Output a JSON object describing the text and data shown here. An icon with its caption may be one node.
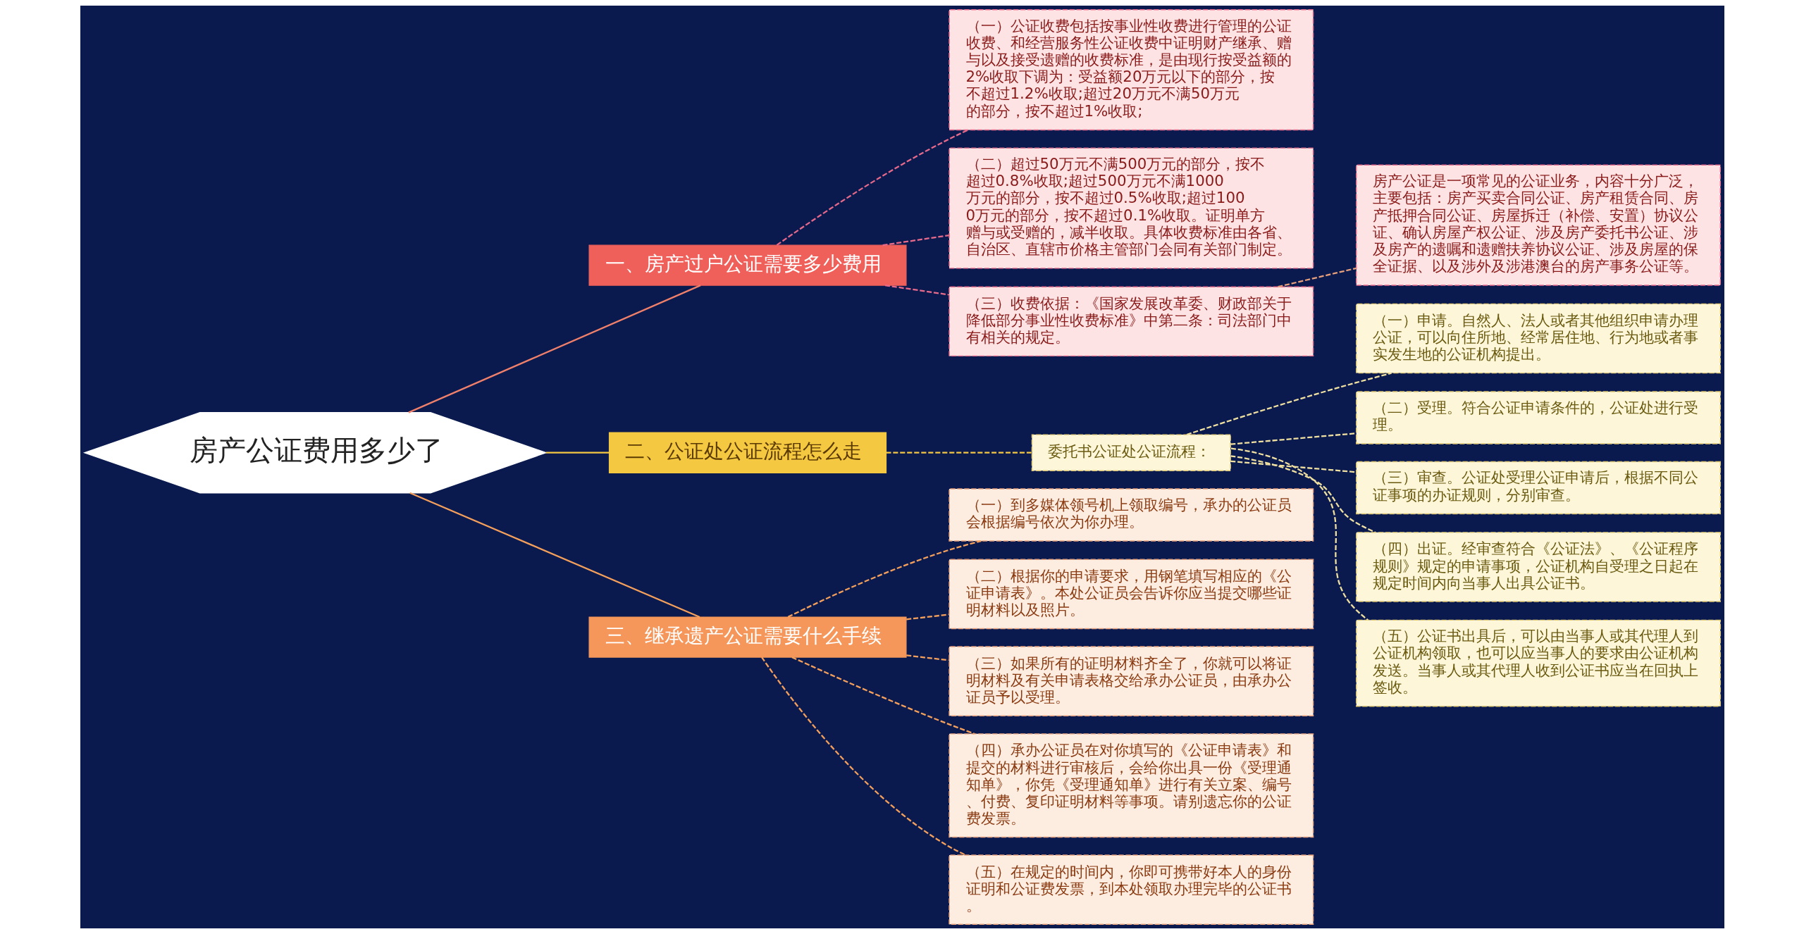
{
  "diagram": {
    "nodes": [
      {
        "text": [
          "房产公证费用多少了"
        ]
      },
      {
        "text": [
          "一、房产过户公证需要多少费用"
        ]
      },
      {
        "text": [
          "（一）公证收费包括按事业性收费进行管理的公证收费、和经营服务性公证收费中证明财产继承、赠与以及接受遗赠的收费标准，是由现行按受益额的2%收取下调为：受益额20万元以下的部分，按不超过1.2%收取;超过20万元不满50万元的部分，按不超过1%收取;"
        ]
      },
      {
        "text": [
          "（二）超过50万元不满500万元的部分，按不超过0.8%收取;超过500万元不满1000万元的部分，按不超过0.5%收取;超过1000万元的部分，按不超过0.1%收取。证明单方赠与或受赠的，减半收取。具体收费标准由各省、自治区、直辖市价格主管部门会同有关部门制定。"
        ]
      },
      {
        "text": [
          "（三）收费依据：《国家发展改革委、财政部关于降低部分事业性收费标准》中第二条：司法部门中有相关的规定。"
        ]
      },
      {
        "text": [
          "房产公证是一项常见的公证业务，内容十分广泛，主要包括：房产买卖合同公证、房产租赁合同、房产抵押合同公证、房屋拆迁（补偿、安置）协议公证、确认房屋产权公证、涉及房产委托书公证、涉及房产的遗嘱和遗赠扶养协议公证、涉及房屋的保全证据、以及涉外及涉港澳台的房产事务公证等。"
        ]
      },
      {
        "text": [
          "二、公证处公证流程怎么走"
        ]
      },
      {
        "text": [
          "委托书公证处公证流程："
        ]
      },
      {
        "text": [
          "（一）申请。自然人、法人或者其他组织申请办理公证，可以向住所地、经常居住地、行为地或者事实发生地的公证机构提出。"
        ]
      },
      {
        "text": [
          "（二）受理。符合公证申请条件的，公证处进行受理。"
        ]
      },
      {
        "text": [
          "（三）审查。公证处受理公证申请后，根据不同公证事项的办证规则，分别审查。"
        ]
      },
      {
        "text": [
          "（四）出证。经审查符合《公证法》、《公证程序规则》规定的申请事项，公证机构自受理之日起在规定时间内向当事人出具公证书。"
        ]
      },
      {
        "text": [
          "（五）公证书出具后，可以由当事人或其代理人到公证机构领取，也可以应当事人的要求由公证机构发送。当事人或其代理人收到公证书应当在回执上签收。"
        ]
      },
      {
        "text": [
          "三、继承遗产公证需要什么手续"
        ]
      },
      {
        "text": [
          "（一）到多媒体领号机上领取编号，承办的公证员会根据编号依次为你办理。"
        ]
      },
      {
        "text": [
          "（二）根据你的申请要求，用钢笔填写相应的《公证申请表》。本处公证员会告诉你应当提交哪些证明材料以及照片。"
        ]
      },
      {
        "text": [
          "（三）如果所有的证明材料齐全了，你就可以将证明材料及有关申请表格交给承办公证员，由承办公证员予以受理。"
        ]
      },
      {
        "text": [
          "（四）承办公证员在对你填写的《公证申请表》和提交的材料进行审核后，会给你出具一份《受理通知单》，你凭《受理通知单》进行有关立案、编号、付费、复印证明材料等事项。请别遗忘你的公证费发票。"
        ]
      },
      {
        "text": [
          "（五）在规定的时间内，你即可携带好本人的身份证明和公证费发票，到本处领取办理完毕的公证书。"
        ]
      }
    ],
    "edges": [
      {
        "from": 0,
        "to": 1,
        "arrow": "none",
        "color": "#f0806a"
      },
      {
        "from": 1,
        "to": 2,
        "arrow": "none",
        "style": "dashed",
        "color": "#e86a8a"
      },
      {
        "from": 1,
        "to": 3,
        "arrow": "none",
        "style": "dashed",
        "color": "#e86a8a"
      },
      {
        "from": 1,
        "to": 4,
        "arrow": "none",
        "style": "dashed",
        "color": "#e86a8a"
      },
      {
        "from": 4,
        "to": 5,
        "arrow": "none",
        "style": "dashed",
        "color": "#e8a07a"
      },
      {
        "from": 0,
        "to": 6,
        "arrow": "none",
        "color": "#f5c842"
      },
      {
        "from": 6,
        "to": 7,
        "arrow": "none",
        "style": "dashed",
        "color": "#f5c842"
      },
      {
        "from": 7,
        "to": 8,
        "arrow": "none",
        "style": "dashed",
        "color": "#f0e0a0"
      },
      {
        "from": 7,
        "to": 9,
        "arrow": "none",
        "style": "dashed",
        "color": "#f0e0a0"
      },
      {
        "from": 7,
        "to": 10,
        "arrow": "none",
        "style": "dashed",
        "color": "#f0e0a0"
      },
      {
        "from": 7,
        "to": 11,
        "arrow": "none",
        "style": "dashed",
        "color": "#f0e0a0"
      },
      {
        "from": 7,
        "to": 12,
        "arrow": "none",
        "style": "dashed",
        "color": "#f0e0a0"
      },
      {
        "from": 0,
        "to": 13,
        "arrow": "none",
        "color": "#f5a05a"
      },
      {
        "from": 13,
        "to": 14,
        "arrow": "none",
        "style": "dashed",
        "color": "#f5a05a"
      },
      {
        "from": 13,
        "to": 15,
        "arrow": "none",
        "style": "dashed",
        "color": "#f5a05a"
      },
      {
        "from": 13,
        "to": 16,
        "arrow": "none",
        "style": "dashed",
        "color": "#f5a05a"
      },
      {
        "from": 13,
        "to": 17,
        "arrow": "none",
        "style": "dashed",
        "color": "#f5a05a"
      },
      {
        "from": 13,
        "to": 18,
        "arrow": "none",
        "style": "dashed",
        "color": "#f5a05a"
      }
    ]
  }
}
